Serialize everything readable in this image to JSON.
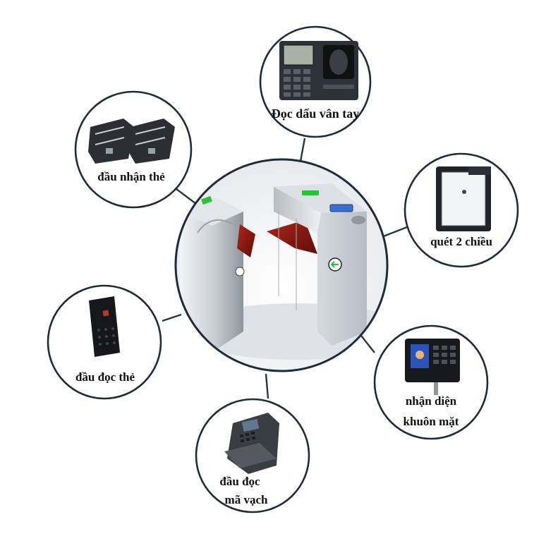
{
  "center": {
    "icon": "flap-barrier-turnstile-icon"
  },
  "nodes": [
    {
      "id": "fingerprint",
      "label": "Đọc dấu vân tay",
      "icon": "fingerprint-reader-icon"
    },
    {
      "id": "card-dispenser",
      "label": "đầu nhận thẻ",
      "icon": "card-collector-icon"
    },
    {
      "id": "two-way-scanner",
      "label": "quét 2 chiều",
      "icon": "two-way-scanner-icon"
    },
    {
      "id": "card-reader",
      "label": "đầu đọc thẻ",
      "icon": "card-reader-keypad-icon"
    },
    {
      "id": "face-recognition",
      "label_lines": [
        "nhận diện",
        "khuôn mặt"
      ],
      "icon": "face-recognition-terminal-icon"
    },
    {
      "id": "barcode-reader",
      "label_lines": [
        "đầu đọc",
        "mã vạch"
      ],
      "icon": "hand-reader-terminal-icon"
    }
  ],
  "colors": {
    "ring": "#1f2b3a",
    "connector": "#2a3542",
    "steel_light": "#eef0f2",
    "steel_dark": "#9aa0a6",
    "flap": "#8b1a12",
    "screen": "#3b6fd1",
    "indicator": "#29c23a"
  }
}
